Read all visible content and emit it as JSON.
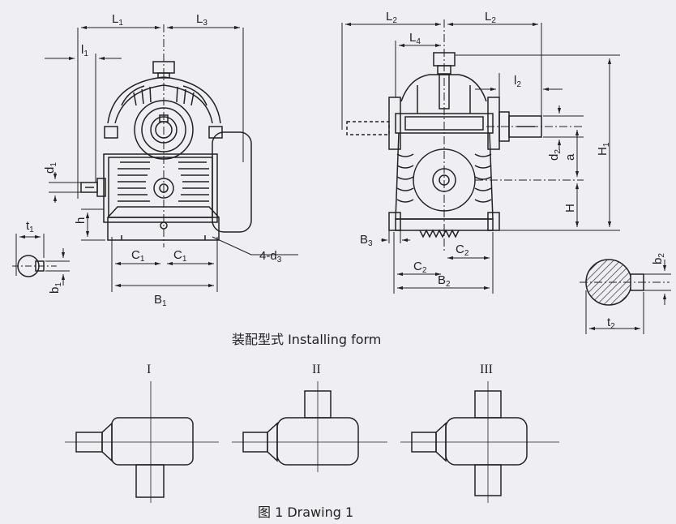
{
  "front_view": {
    "labels": {
      "L1": [
        "L",
        "1"
      ],
      "L3": [
        "L",
        "3"
      ],
      "l1": [
        "l",
        "1"
      ],
      "d1": [
        "d",
        "1"
      ],
      "h": [
        "h",
        ""
      ],
      "t1": [
        "t",
        "1"
      ],
      "b1": [
        "b",
        "1"
      ],
      "C1a": [
        "C",
        "1"
      ],
      "C1b": [
        "C",
        "1"
      ],
      "B1": [
        "B",
        "1"
      ],
      "d3": [
        "4-d",
        "3"
      ]
    }
  },
  "side_view": {
    "labels": {
      "L2a": [
        "L",
        "2"
      ],
      "L2b": [
        "L",
        "2"
      ],
      "L4": [
        "L",
        "4"
      ],
      "l2": [
        "l",
        "2"
      ],
      "H1": [
        "H",
        "1"
      ],
      "d2": [
        "d",
        "2"
      ],
      "a": [
        "a",
        ""
      ],
      "H": [
        "H",
        ""
      ],
      "B3": [
        "B",
        "3"
      ],
      "C2a": [
        "C",
        "2"
      ],
      "C2b": [
        "C",
        "2"
      ],
      "B2": [
        "B",
        "2"
      ],
      "b2": [
        "b",
        "2"
      ],
      "t2": [
        "t",
        "2"
      ]
    }
  },
  "section_title": "装配型式  Installing form",
  "installing_forms": [
    "I",
    "II",
    "III"
  ],
  "figure_caption": "图 1    Drawing 1",
  "colors": {
    "background": "#efeef3",
    "ink": "#222222",
    "centerline": "#333333"
  }
}
